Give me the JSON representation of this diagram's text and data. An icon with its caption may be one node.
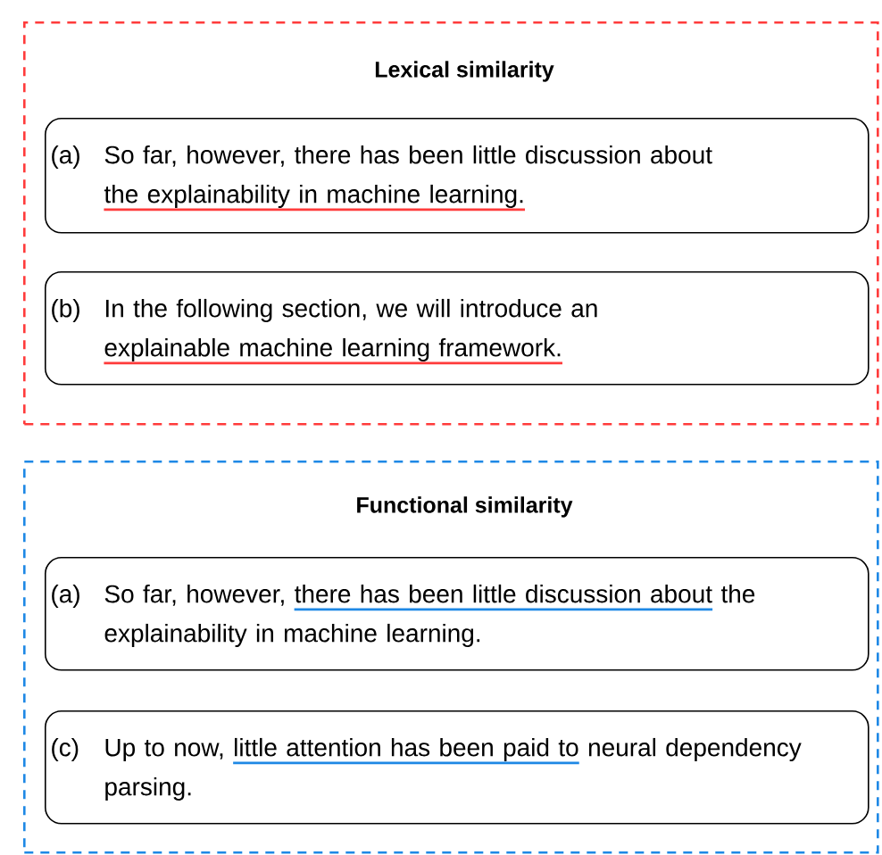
{
  "diagram": {
    "nodes": [
      {
        "text": [
          "Lexical similarity"
        ]
      },
      {
        "text": [
          "(a)",
          "So far, however, there has been little discussion about",
          "the explainability in machine learning."
        ],
        "in": 0
      },
      {
        "text": [
          "(b)",
          "In the following section, we will introduce an",
          "explainable machine learning framework."
        ],
        "in": 0
      },
      {
        "text": [
          "Functional similarity"
        ]
      },
      {
        "text": [
          "(a)",
          "So far, however,",
          "there has been little discussion about",
          "the explainability in machine learning."
        ],
        "in": 3
      },
      {
        "text": [
          "(c)",
          "Up to now,",
          "little attention has been paid to",
          "neural dependency parsing."
        ],
        "in": 3
      }
    ]
  }
}
